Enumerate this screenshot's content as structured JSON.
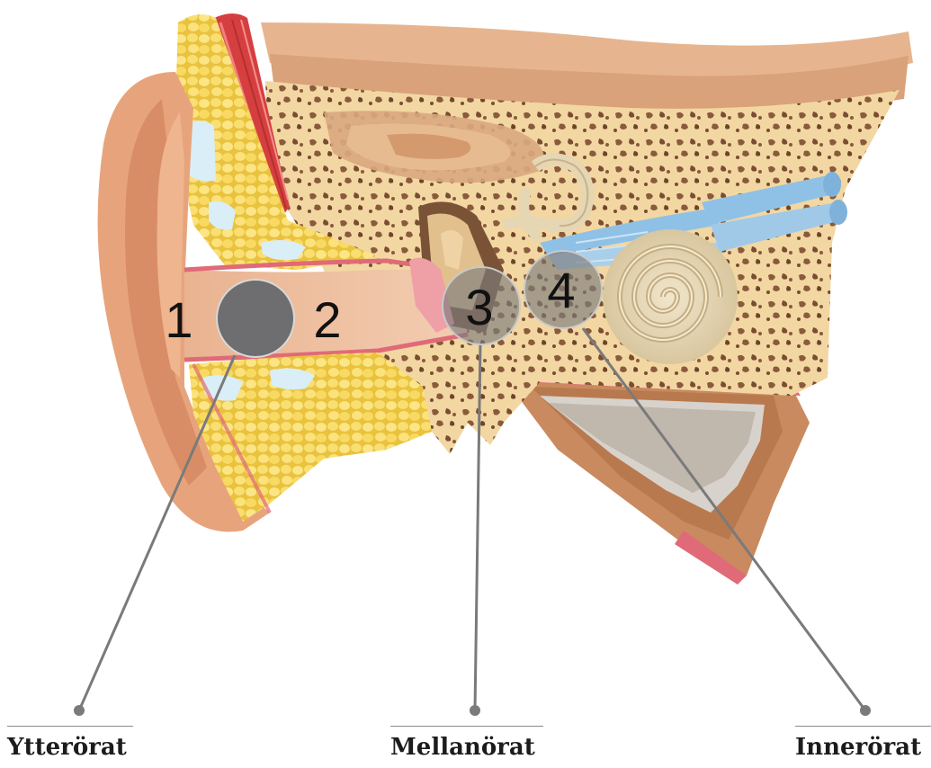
{
  "markers": {
    "m1": "1",
    "m2": "2",
    "m3": "3",
    "m4": "4"
  },
  "labels": {
    "outer": "Ytterörat",
    "middle": "Mellanörat",
    "inner": "Innerörat"
  },
  "colors": {
    "skin": "#e7a47c",
    "skin_dark": "#cf8560",
    "canal": "#efc3a4",
    "bone": "#f2d7a3",
    "bone_pore": "#8a5a3c",
    "fat": "#f7dd6a",
    "fat_light": "#fff2a8",
    "cartilage": "#d9eef7",
    "muscle": "#d63f3f",
    "membrane": "#e06a78",
    "cochlea": "#e5d6b4",
    "nerve": "#8fc1e6",
    "brain_tissue": "#c98a5f",
    "leader_line": "#7a7a7a",
    "marker_dark": "#6e6e70",
    "marker_translucent": "#7d7d7d"
  }
}
